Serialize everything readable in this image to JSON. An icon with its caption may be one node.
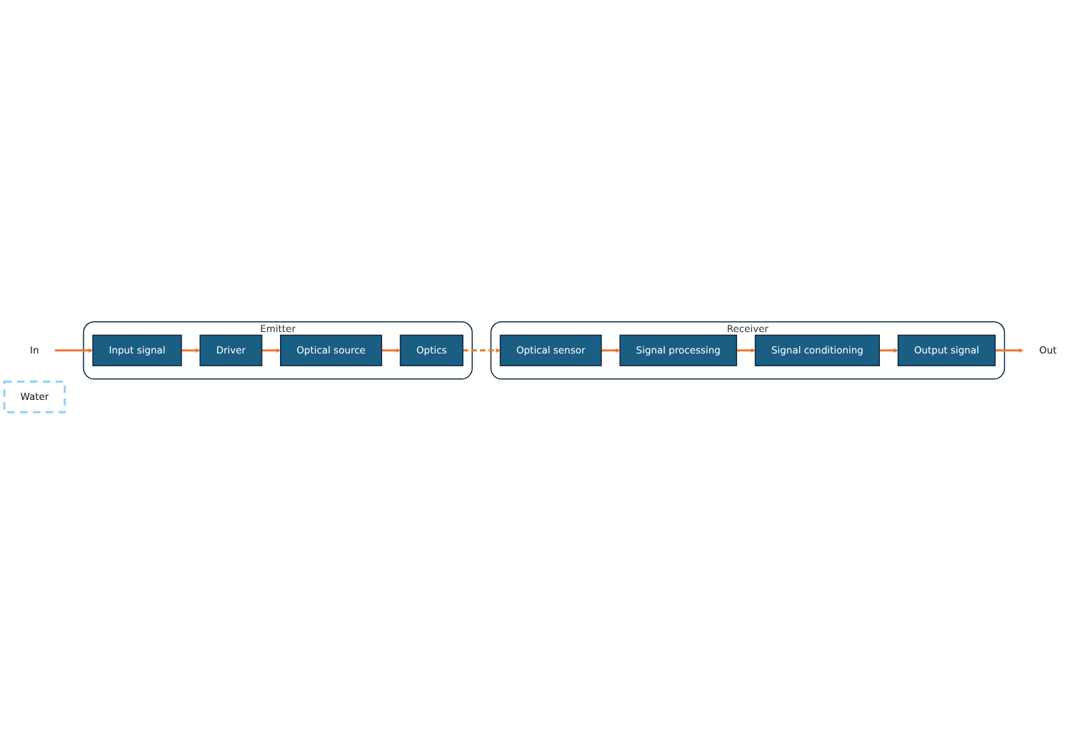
{
  "diagram": {
    "nodes": [
      {
        "text": [
          "In"
        ]
      },
      {
        "text": [
          "Emitter"
        ]
      },
      {
        "text": [
          "Input signal"
        ],
        "in": 1
      },
      {
        "text": [
          "Driver"
        ],
        "in": 1
      },
      {
        "text": [
          "Optical source"
        ],
        "in": 1
      },
      {
        "text": [
          "Optics"
        ],
        "in": 1
      },
      {
        "text": [
          "Water"
        ]
      },
      {
        "text": [
          "Receiver"
        ]
      },
      {
        "text": [
          "Output signal"
        ],
        "in": 7
      },
      {
        "text": [
          "Signal conditioning"
        ],
        "in": 7
      },
      {
        "text": [
          "Signal processing"
        ],
        "in": 7
      },
      {
        "text": [
          "Optical sensor"
        ],
        "in": 7
      },
      {
        "text": [
          "Out"
        ]
      }
    ],
    "edges": [
      {
        "from": 0,
        "to": 2,
        "arrow": "to"
      },
      {
        "from": 2,
        "to": 3,
        "arrow": "to"
      },
      {
        "from": 3,
        "to": 4,
        "arrow": "to"
      },
      {
        "from": 4,
        "to": 5,
        "arrow": "to"
      },
      {
        "from": 5,
        "to": 11,
        "arrow": "to",
        "style": "dashed"
      },
      {
        "from": 11,
        "to": 10,
        "arrow": "to"
      },
      {
        "from": 10,
        "to": 9,
        "arrow": "to"
      },
      {
        "from": 9,
        "to": 8,
        "arrow": "to"
      },
      {
        "from": 8,
        "to": 12,
        "arrow": "to"
      }
    ]
  }
}
